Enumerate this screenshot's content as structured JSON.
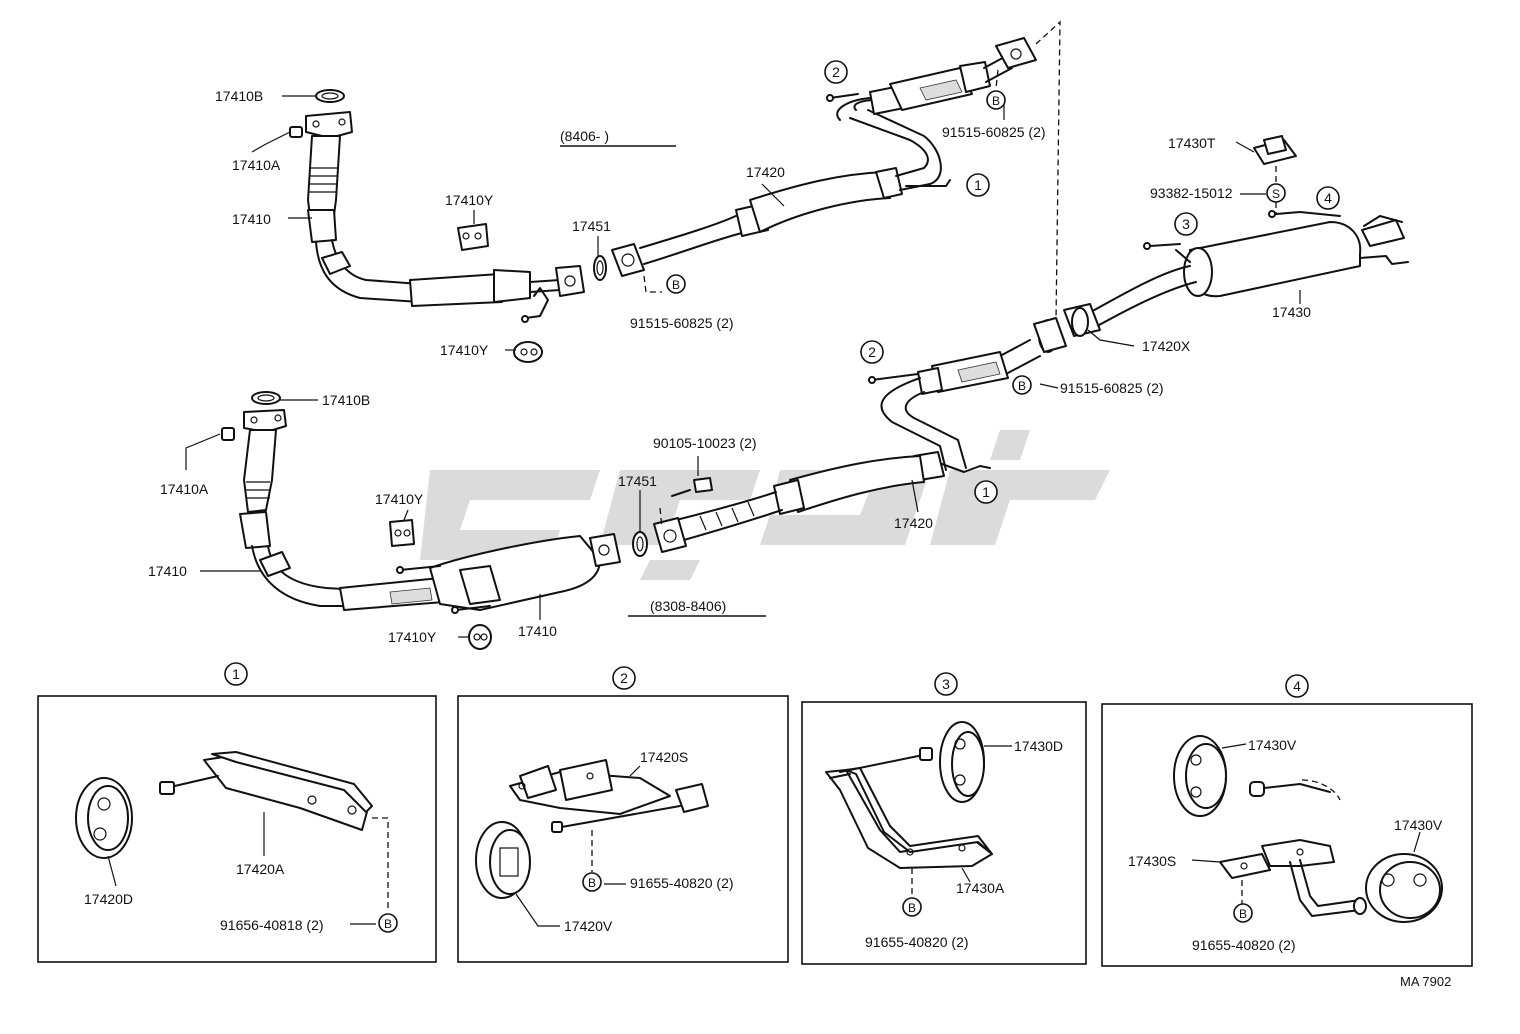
{
  "diagram": {
    "labels": {
      "p17410B_top": "17410B",
      "p17410A_top": "17410A",
      "p17410_top": "17410",
      "p17410Y_top1": "17410Y",
      "p17410Y_top2": "17410Y",
      "p17451_top": "17451",
      "p17420_top": "17420",
      "p91515_top_a": "91515-60825 (2)",
      "p91515_top_b": "91515-60825 (2)",
      "p91515_mid": "91515-60825 (2)",
      "p17430T": "17430T",
      "p93382": "93382-15012",
      "p17430": "17430",
      "p17420X": "17420X",
      "p17410B_bot": "17410B",
      "p17410A_bot": "17410A",
      "p17410_bot_left": "17410",
      "p17410_bot_right": "17410",
      "p17410Y_bot1": "17410Y",
      "p17410Y_bot2": "17410Y",
      "p90105": "90105-10023 (2)",
      "p17451_bot": "17451",
      "p17420_bot": "17420",
      "range_top": "(8406-          )",
      "range_bot": "(8308-8406)",
      "d1_17420D": "17420D",
      "d1_17420A": "17420A",
      "d1_91656": "91656-40818 (2)",
      "d2_17420S": "17420S",
      "d2_91655": "91655-40820 (2)",
      "d2_17420V": "17420V",
      "d3_17430D": "17430D",
      "d3_17430A": "17430A",
      "d3_91655": "91655-40820 (2)",
      "d4_17430V_a": "17430V",
      "d4_17430V_b": "17430V",
      "d4_17430S": "17430S",
      "d4_91655": "91655-40820 (2)",
      "code": "MA 7902"
    },
    "callouts": {
      "one": "1",
      "two": "2",
      "three": "3",
      "four": "4",
      "bolt": "B",
      "stud": "S"
    },
    "colors": {
      "line": "#111111",
      "watermark": "#bdbdbd",
      "background": "#ffffff"
    }
  }
}
